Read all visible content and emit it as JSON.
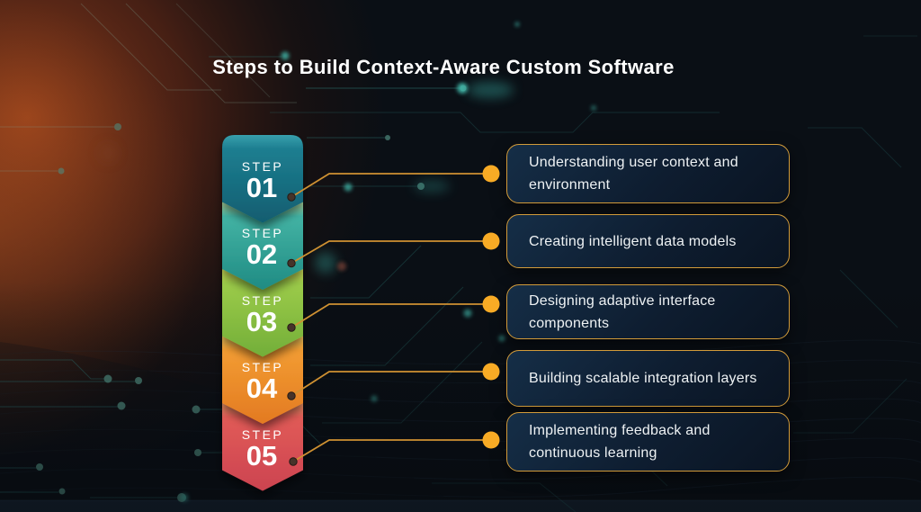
{
  "title": "Steps to Build Context-Aware Custom Software",
  "steps": [
    {
      "label": "STEP",
      "number": "01",
      "description": "Understanding user context and environment",
      "colors": [
        "#38a0ad",
        "#1d7e90",
        "#115d70"
      ]
    },
    {
      "label": "STEP",
      "number": "02",
      "description": "Creating intelligent data models",
      "colors": [
        "#b9e2a4",
        "#43b3a4",
        "#1f8b83"
      ]
    },
    {
      "label": "STEP",
      "number": "03",
      "description": "Designing adaptive interface components",
      "colors": [
        "#dce75e",
        "#9ccb49",
        "#72ae39"
      ]
    },
    {
      "label": "STEP",
      "number": "04",
      "description": "Building scalable integration layers",
      "colors": [
        "#f9ce60",
        "#f29c32",
        "#e37a22"
      ]
    },
    {
      "label": "STEP",
      "number": "05",
      "description": "Implementing feedback and continuous learning",
      "colors": [
        "#f49b68",
        "#e15b57",
        "#cc4350"
      ]
    }
  ],
  "colors": {
    "accent_line": "#cf9132",
    "connector_dot": "#f8ab25",
    "card_border": "#d29b3a",
    "card_text": "#eef2f4",
    "title_text": "#ffffff",
    "background": "#0a0f15"
  }
}
